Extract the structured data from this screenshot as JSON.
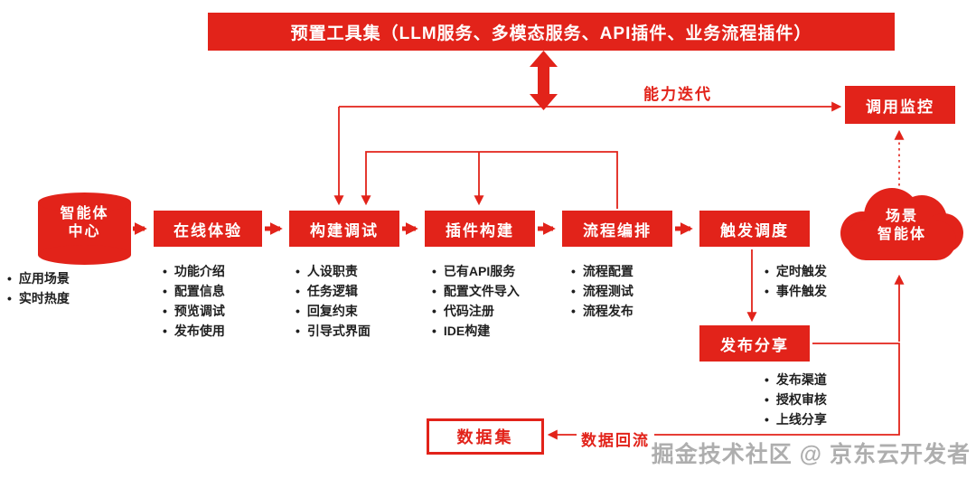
{
  "colors": {
    "brand_red": "#E2231A",
    "bullet_text": "#1F1F1F",
    "watermark_gray": "#A8A8A8"
  },
  "banner": {
    "label": "预置工具集（LLM服务、多模态服务、API插件、业务流程插件）"
  },
  "monitor": {
    "label": "调用监控"
  },
  "agent_center": {
    "line1": "智能体",
    "line2": "中心",
    "bullets": [
      "应用场景",
      "实时热度"
    ]
  },
  "flow": {
    "online": {
      "label": "在线体验",
      "bullets": [
        "功能介绍",
        "配置信息",
        "预览调试",
        "发布使用"
      ]
    },
    "build": {
      "label": "构建调试",
      "bullets": [
        "人设职责",
        "任务逻辑",
        "回复约束",
        "引导式界面"
      ]
    },
    "plugin": {
      "label": "插件构建",
      "bullets": [
        "已有API服务",
        "配置文件导入",
        "代码注册",
        "IDE构建"
      ]
    },
    "orchestration": {
      "label": "流程编排",
      "bullets": [
        "流程配置",
        "流程测试",
        "流程发布"
      ]
    },
    "trigger": {
      "label": "触发调度",
      "bullets": [
        "定时触发",
        "事件触发"
      ]
    }
  },
  "publish": {
    "label": "发布分享",
    "bullets": [
      "发布渠道",
      "授权审核",
      "上线分享"
    ]
  },
  "scene_agent": {
    "line1": "场景",
    "line2": "智能体"
  },
  "dataset": {
    "label": "数据集"
  },
  "annotations": {
    "capability_iteration": "能力迭代",
    "data_backflow": "数据回流"
  },
  "watermark": {
    "label": "掘金技术社区 @ 京东云开发者"
  }
}
